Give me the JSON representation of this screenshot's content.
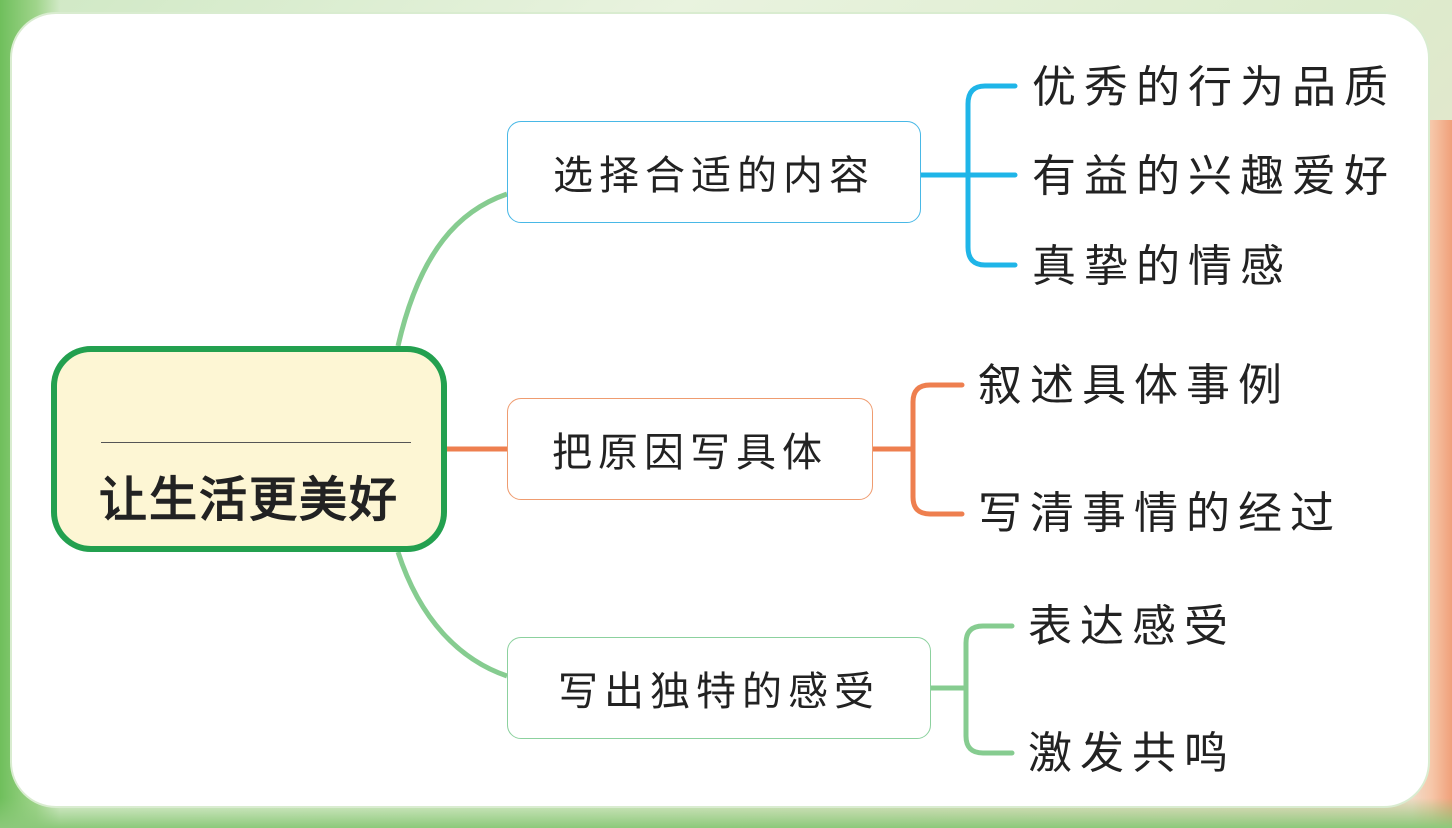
{
  "root": {
    "label": "让生活更美好"
  },
  "branches": [
    {
      "label": "选择合适的内容",
      "color": "#1fb5e8",
      "leaves": [
        "优秀的行为品质",
        "有益的兴趣爱好",
        "真挚的情感"
      ]
    },
    {
      "label": "把原因写具体",
      "color": "#ee7f4f",
      "leaves": [
        "叙述具体事例",
        "写清事情的经过"
      ]
    },
    {
      "label": "写出独特的感受",
      "color": "#86cc90",
      "leaves": [
        "表达感受",
        "激发共鸣"
      ]
    }
  ],
  "colors": {
    "root_border": "#23a04f",
    "root_fill": "#fdf6d4",
    "trunk": "#86cc90"
  }
}
